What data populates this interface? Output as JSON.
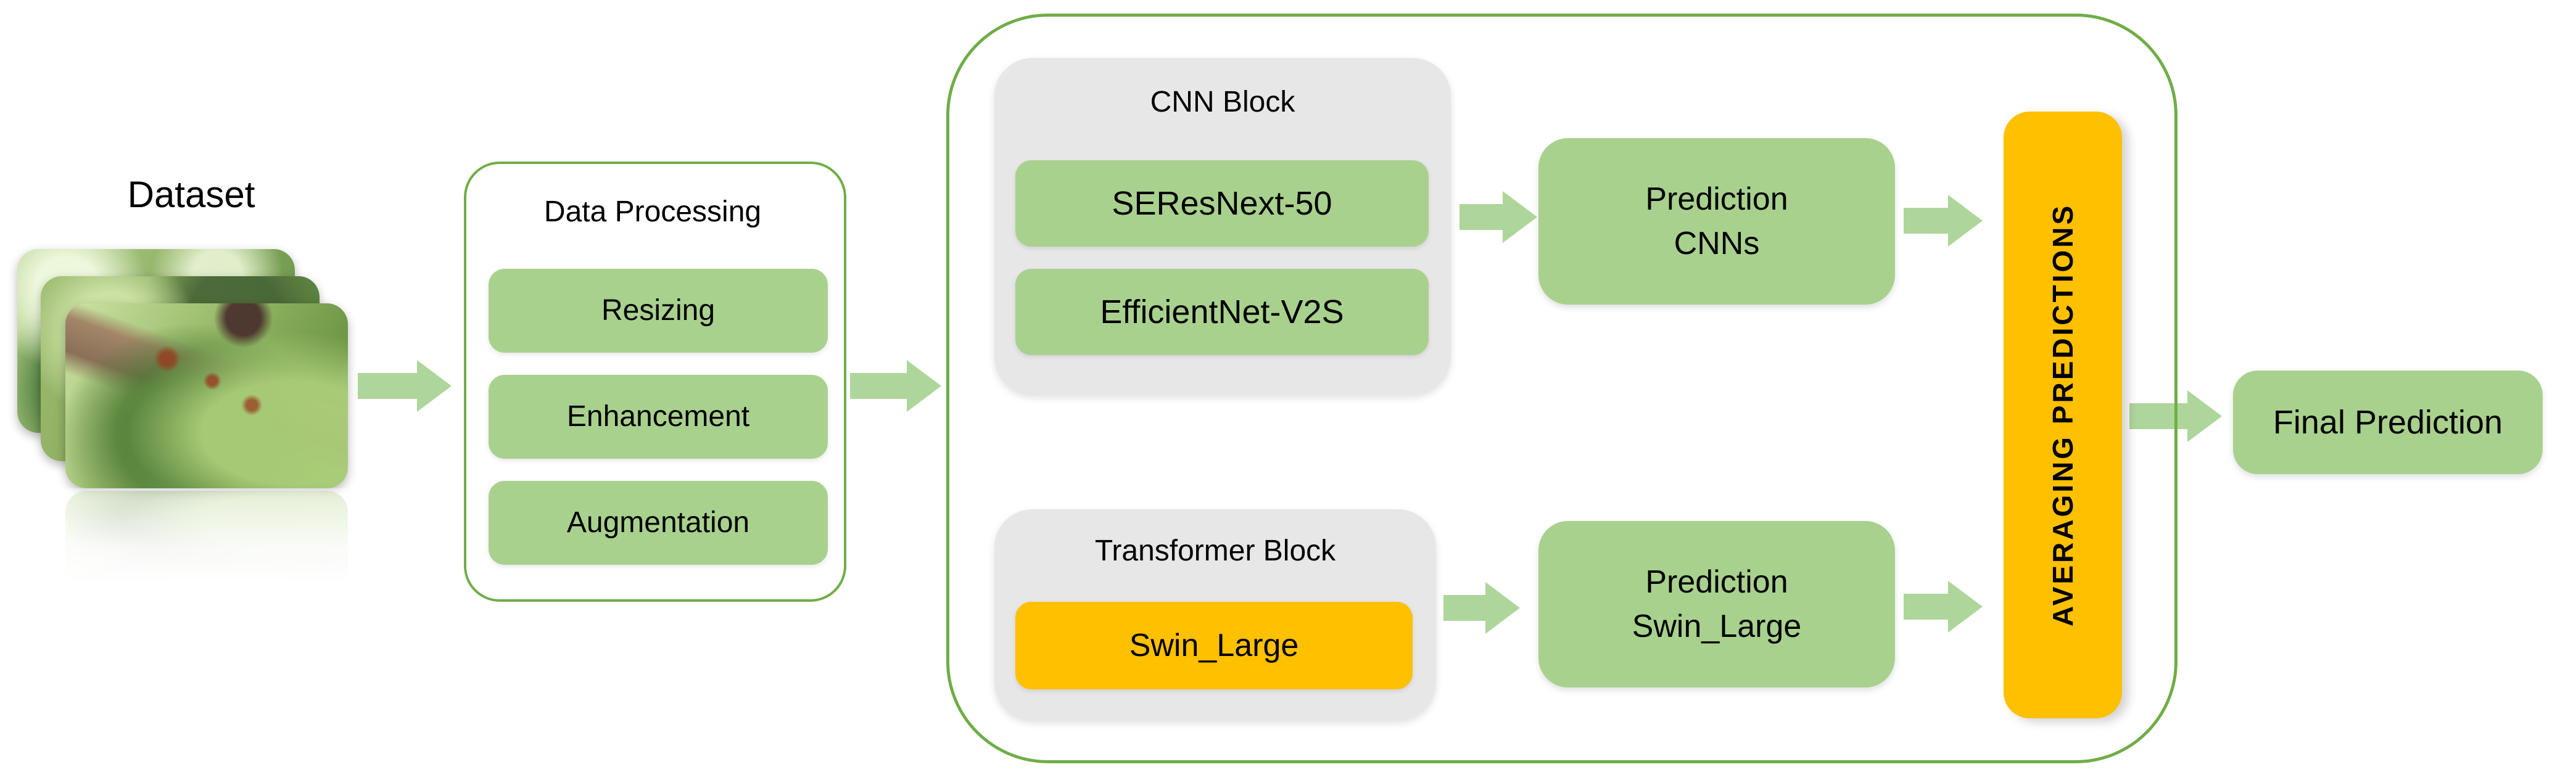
{
  "dataset": {
    "label": "Dataset"
  },
  "data_processing": {
    "title": "Data Processing",
    "steps": [
      "Resizing",
      "Enhancement",
      "Augmentation"
    ]
  },
  "ensemble": {
    "cnn_block": {
      "title": "CNN Block",
      "models": [
        "SEResNext-50",
        "EfficientNet-V2S"
      ]
    },
    "transformer_block": {
      "title": "Transformer Block",
      "models": [
        "Swin_Large"
      ]
    },
    "prediction_cnns": {
      "line1": "Prediction",
      "line2": "CNNs"
    },
    "prediction_swin": {
      "line1": "Prediction",
      "line2": "Swin_Large"
    },
    "averaging": {
      "label": "AVERAGING PREDICTIONS"
    }
  },
  "final_prediction": {
    "label": "Final Prediction"
  },
  "colors": {
    "green_fill": "#A9D18E",
    "green_border": "#70AD47",
    "arrow_green": "#AED69B",
    "orange": "#FFC000",
    "gray": "#E8E7E7",
    "text": "#000000"
  }
}
